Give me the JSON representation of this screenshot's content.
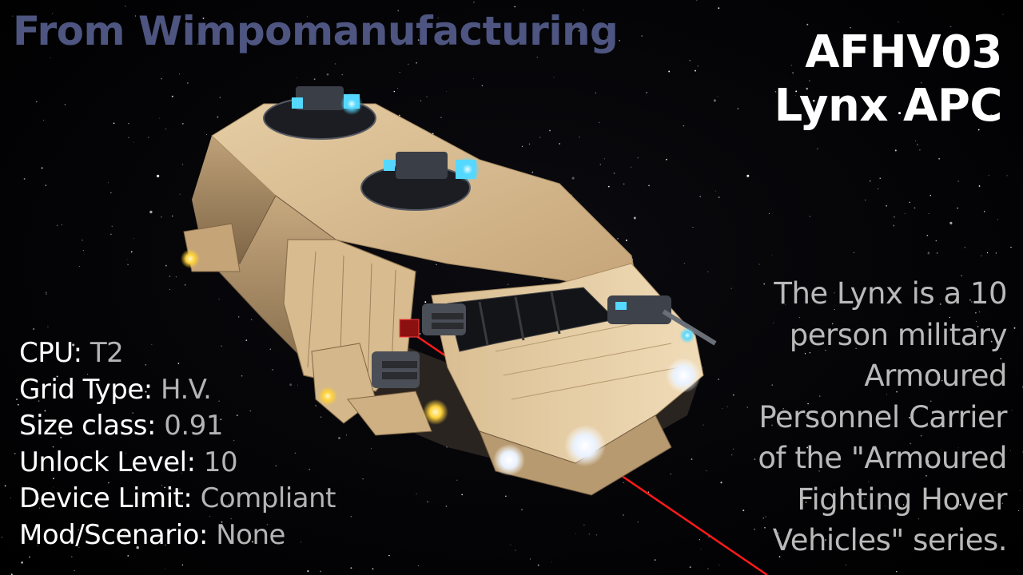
{
  "header": {
    "manufacturer": "From Wimpomanufacturing"
  },
  "title": {
    "line1": "AFHV03",
    "line2": "Lynx APC"
  },
  "specs": [
    {
      "label": "CPU: ",
      "value": "T2"
    },
    {
      "label": "Grid Type: ",
      "value": "H.V."
    },
    {
      "label": "Size class: ",
      "value": "0.91"
    },
    {
      "label": "Unlock Level: ",
      "value": "10"
    },
    {
      "label": "Device Limit: ",
      "value": "Compliant"
    },
    {
      "label": "Mod/Scenario: ",
      "value": "None"
    }
  ],
  "description": {
    "lines": [
      "The Lynx is a 10",
      "person military",
      "Armoured",
      "Personnel Carrier",
      "of the \"Armoured",
      "Fighting Hover",
      "Vehicles\" series."
    ]
  },
  "colors": {
    "manufacturer_text": "#4d5580",
    "title_text": "#ffffff",
    "label_text": "#ffffff",
    "value_text": "#b4b4b4",
    "description_text": "#b9b9b9",
    "hull": "#d2b48c",
    "hull_shadow": "#8f7552",
    "laser": "#ff1a1a",
    "light_blue": "#55d8ff",
    "light_yellow": "#ffd23a"
  }
}
